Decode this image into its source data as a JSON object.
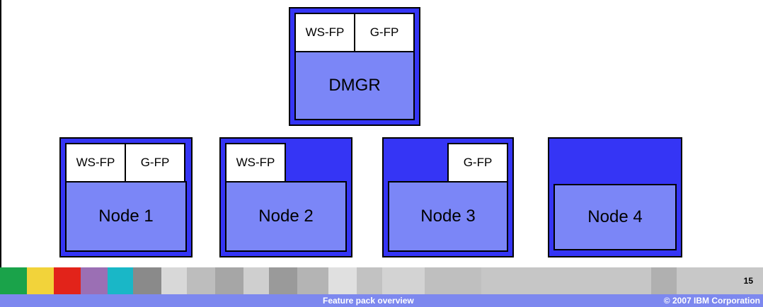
{
  "dmgr": {
    "label": "DMGR",
    "packs": [
      "WS-FP",
      "G-FP"
    ]
  },
  "nodes": [
    {
      "label": "Node 1",
      "packs": [
        "WS-FP",
        "G-FP"
      ]
    },
    {
      "label": "Node 2",
      "packs": [
        "WS-FP"
      ]
    },
    {
      "label": "Node 3",
      "packs": [
        "G-FP"
      ]
    },
    {
      "label": "Node 4",
      "packs": []
    }
  ],
  "footer": {
    "page_number": "15",
    "title": "Feature pack overview",
    "copyright": "© 2007 IBM Corporation"
  },
  "colors": {
    "outer_box": "#3535f5",
    "inner_box": "#7b86f7",
    "footer_bar": "#7d88ef"
  }
}
